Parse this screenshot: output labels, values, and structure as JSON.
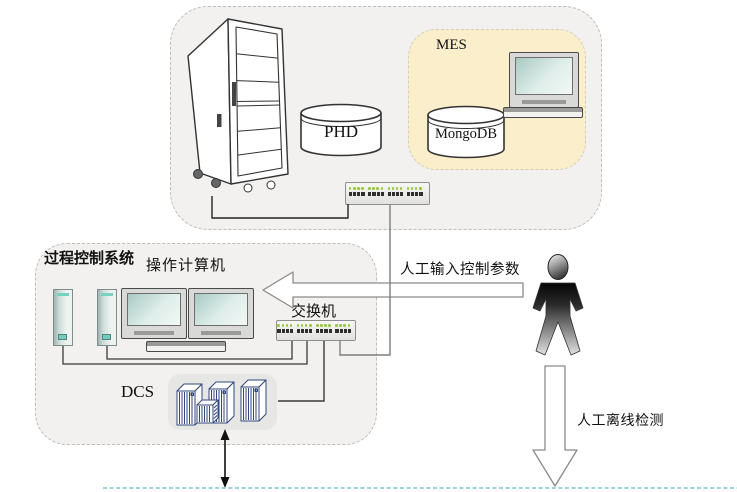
{
  "upper_platform": {
    "phd": {
      "label": "PHD"
    },
    "mes": {
      "label": "MES",
      "database": {
        "label": "MongoDB"
      }
    }
  },
  "process_control": {
    "title": "过程控制系统",
    "operator_computers_label": "操作计算机",
    "switch_label": "交换机",
    "dcs_label": "DCS"
  },
  "annotations": {
    "manual_input": "人工输入控制参数",
    "manual_offline": "人工离线检测"
  },
  "colors": {
    "platform_fill": "#f2f1ef",
    "platform_border": "#bdbdbd",
    "mes_fill": "#fbeecb",
    "mes_border": "#cfcfc0",
    "led_green": "#9cc840",
    "port_dark": "#2f2f2f",
    "dcs_blue": "#33487e",
    "field_line_teal": "#8fced4"
  }
}
